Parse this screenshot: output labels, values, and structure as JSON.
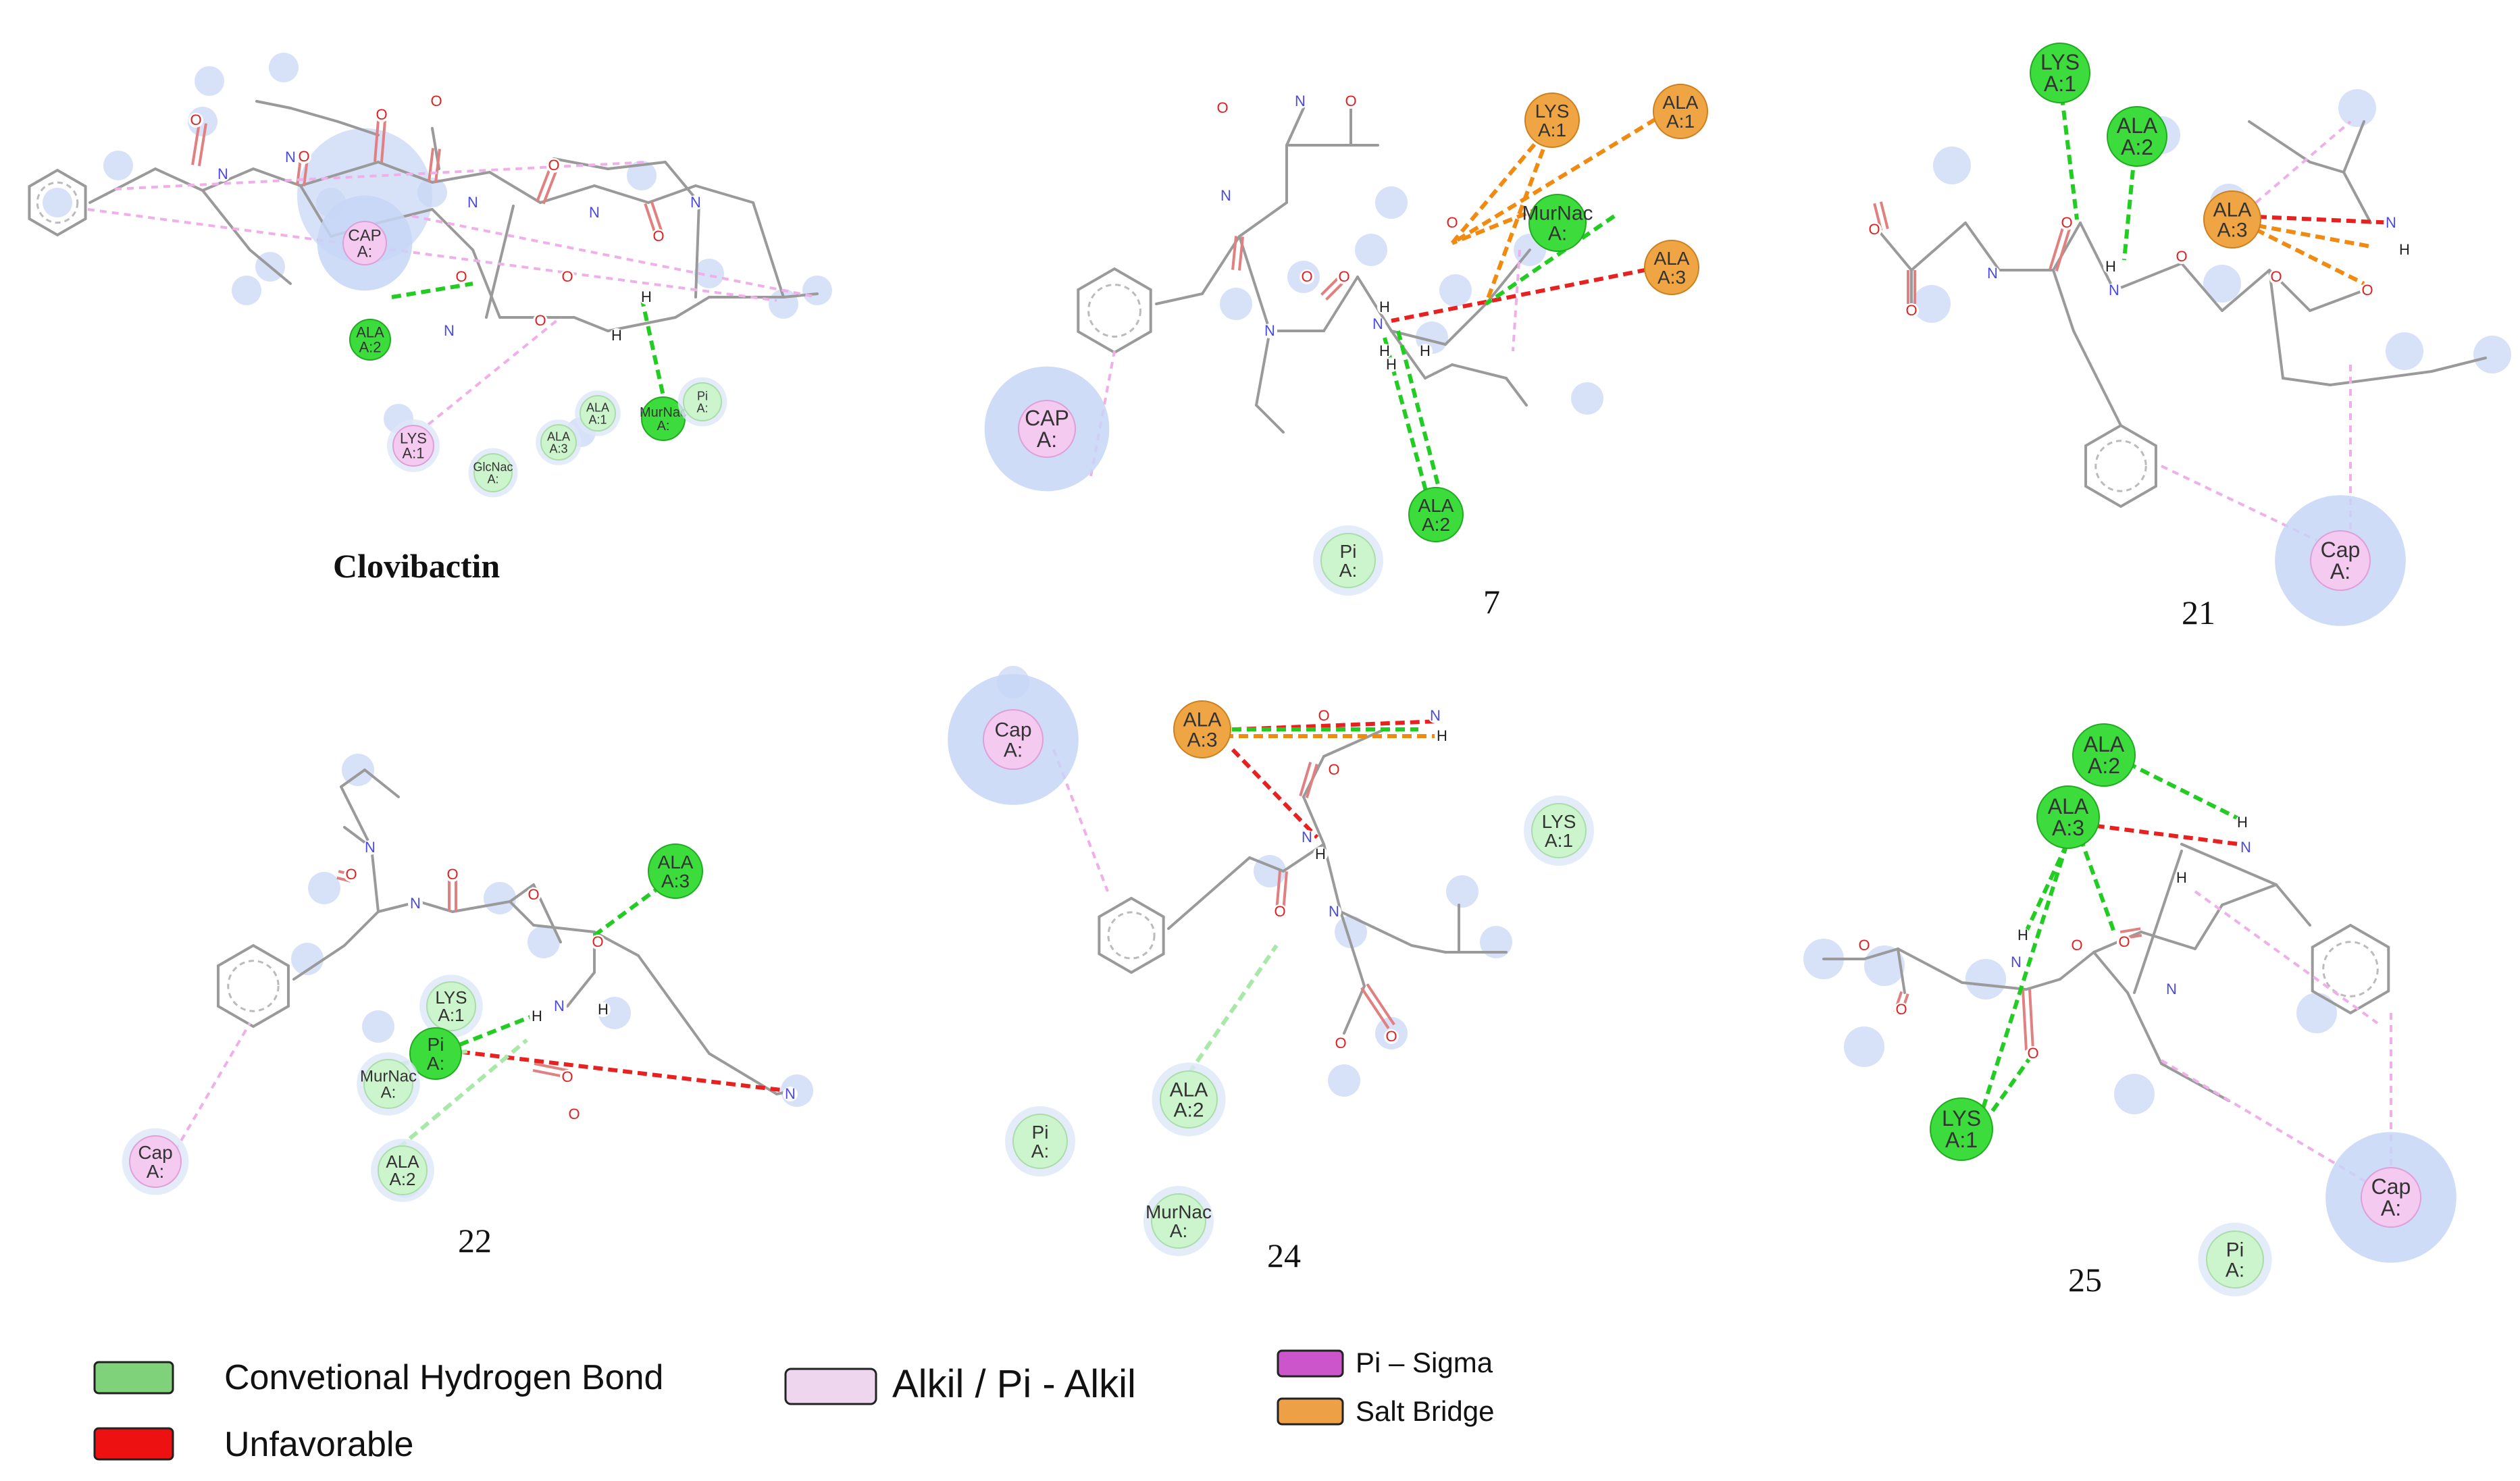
{
  "panels": [
    {
      "id": "clovibactin",
      "caption": "Clovibactin",
      "residues": [
        {
          "l1": "CAP",
          "l2": "A:",
          "type": "cap"
        },
        {
          "l1": "ALA",
          "l2": "A:2",
          "type": "hbond"
        },
        {
          "l1": "LYS",
          "l2": "A:1",
          "type": "alkyl"
        },
        {
          "l1": "GlcNac",
          "l2": "A:",
          "type": "weak"
        },
        {
          "l1": "ALA",
          "l2": "A:3",
          "type": "weak"
        },
        {
          "l1": "ALA",
          "l2": "A:1",
          "type": "weak"
        },
        {
          "l1": "MurNac",
          "l2": "A:",
          "type": "hbond"
        },
        {
          "l1": "Pi",
          "l2": "A:",
          "type": "weak"
        }
      ]
    },
    {
      "id": "c7",
      "caption": "7",
      "residues": [
        {
          "l1": "LYS",
          "l2": "A:1",
          "type": "salt"
        },
        {
          "l1": "ALA",
          "l2": "A:1",
          "type": "salt"
        },
        {
          "l1": "MurNac",
          "l2": "A:",
          "type": "hbond"
        },
        {
          "l1": "ALA",
          "l2": "A:3",
          "type": "salt"
        },
        {
          "l1": "CAP",
          "l2": "A:",
          "type": "cap"
        },
        {
          "l1": "ALA",
          "l2": "A:2",
          "type": "hbond"
        },
        {
          "l1": "Pi",
          "l2": "A:",
          "type": "weak"
        }
      ]
    },
    {
      "id": "c21",
      "caption": "21",
      "residues": [
        {
          "l1": "LYS",
          "l2": "A:1",
          "type": "hbond"
        },
        {
          "l1": "ALA",
          "l2": "A:2",
          "type": "hbond"
        },
        {
          "l1": "ALA",
          "l2": "A:3",
          "type": "salt"
        },
        {
          "l1": "Cap",
          "l2": "A:",
          "type": "cap"
        }
      ]
    },
    {
      "id": "c22",
      "caption": "22",
      "residues": [
        {
          "l1": "ALA",
          "l2": "A:3",
          "type": "hbond"
        },
        {
          "l1": "LYS",
          "l2": "A:1",
          "type": "weak"
        },
        {
          "l1": "Pi",
          "l2": "A:",
          "type": "hbond"
        },
        {
          "l1": "MurNac",
          "l2": "A:",
          "type": "weak"
        },
        {
          "l1": "ALA",
          "l2": "A:2",
          "type": "weak"
        },
        {
          "l1": "Cap",
          "l2": "A:",
          "type": "alkyl"
        }
      ]
    },
    {
      "id": "c24",
      "caption": "24",
      "residues": [
        {
          "l1": "Cap",
          "l2": "A:",
          "type": "cap"
        },
        {
          "l1": "ALA",
          "l2": "A:3",
          "type": "salt"
        },
        {
          "l1": "LYS",
          "l2": "A:1",
          "type": "weak"
        },
        {
          "l1": "ALA",
          "l2": "A:2",
          "type": "weak"
        },
        {
          "l1": "Pi",
          "l2": "A:",
          "type": "weak"
        },
        {
          "l1": "MurNac",
          "l2": "A:",
          "type": "weak"
        }
      ]
    },
    {
      "id": "c25",
      "caption": "25",
      "residues": [
        {
          "l1": "ALA",
          "l2": "A:2",
          "type": "hbond"
        },
        {
          "l1": "ALA",
          "l2": "A:3",
          "type": "hbond"
        },
        {
          "l1": "LYS",
          "l2": "A:1",
          "type": "hbond"
        },
        {
          "l1": "Cap",
          "l2": "A:",
          "type": "cap"
        },
        {
          "l1": "Pi",
          "l2": "A:",
          "type": "weak"
        }
      ]
    }
  ],
  "atoms": {
    "O": "O",
    "N": "N",
    "H": "H"
  },
  "legend": [
    {
      "label": "Convetional Hydrogen Bond",
      "color": "#7fd27a"
    },
    {
      "label": "Unfavorable",
      "color": "#ee1111"
    },
    {
      "label": "Alkil / Pi - Alkil",
      "color": "#efd6ef"
    },
    {
      "label": "Pi – Sigma",
      "color": "#cc55cc"
    },
    {
      "label": "Salt Bridge",
      "color": "#eda046"
    }
  ],
  "colors": {
    "hbond_fill": "#3ddc3d",
    "hbond_weak_fill": "#cdf5cd",
    "alkyl_fill": "#f4caf0",
    "salt_fill": "#f0a544",
    "glow": "#c9d7f5",
    "unfavorable": "#e82020",
    "salt_line": "#f08a10",
    "hbond_line": "#22cc22",
    "alkyl_line": "#efb0ea"
  }
}
